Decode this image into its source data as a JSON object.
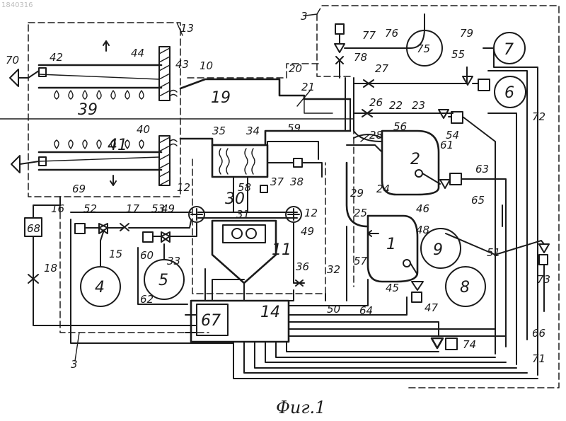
{
  "watermark": "1840316",
  "caption": "Фиг.1",
  "labels": {
    "n3": "3",
    "n76": "76",
    "n77": "77",
    "n79": "79",
    "n75": "75",
    "n7": "7",
    "n13": "13",
    "n44": "44",
    "n42": "42",
    "n43": "43",
    "n70": "70",
    "n10": "10",
    "n20": "20",
    "n19": "19",
    "n21": "21",
    "n78": "78",
    "n27": "27",
    "n55": "55",
    "n6": "6",
    "n26": "26",
    "n22": "22",
    "n23": "23",
    "n39": "39",
    "n35": "35",
    "n34": "34",
    "n59": "59",
    "n56": "56",
    "n54": "54",
    "n72": "72",
    "n41": "41",
    "n40": "40",
    "n28": "28",
    "n61": "61",
    "n63": "63",
    "n2": "2",
    "n37": "37",
    "n38": "38",
    "n24": "24",
    "n58": "58",
    "n30": "30",
    "n69": "69",
    "n29": "29",
    "n65": "65",
    "n12a": "12",
    "n49a": "49",
    "n12b": "12",
    "n49b": "49",
    "n31": "31",
    "n25": "25",
    "n46": "46",
    "n48": "48",
    "n16": "16",
    "n52": "52",
    "n17": "17",
    "n53": "53",
    "n68": "68",
    "n11": "11",
    "n1": "1",
    "n9": "9",
    "n51": "51",
    "n15": "15",
    "n60": "60",
    "n33": "33",
    "n32": "32",
    "n57": "57",
    "n18": "18",
    "n36": "36",
    "n4": "4",
    "n5": "5",
    "n45": "45",
    "n8": "8",
    "n73": "73",
    "n62": "62",
    "n67": "67",
    "n14": "14",
    "n50": "50",
    "n64": "64",
    "n47": "47",
    "n66": "66",
    "n74": "74",
    "n71": "71",
    "n3b": "3"
  }
}
